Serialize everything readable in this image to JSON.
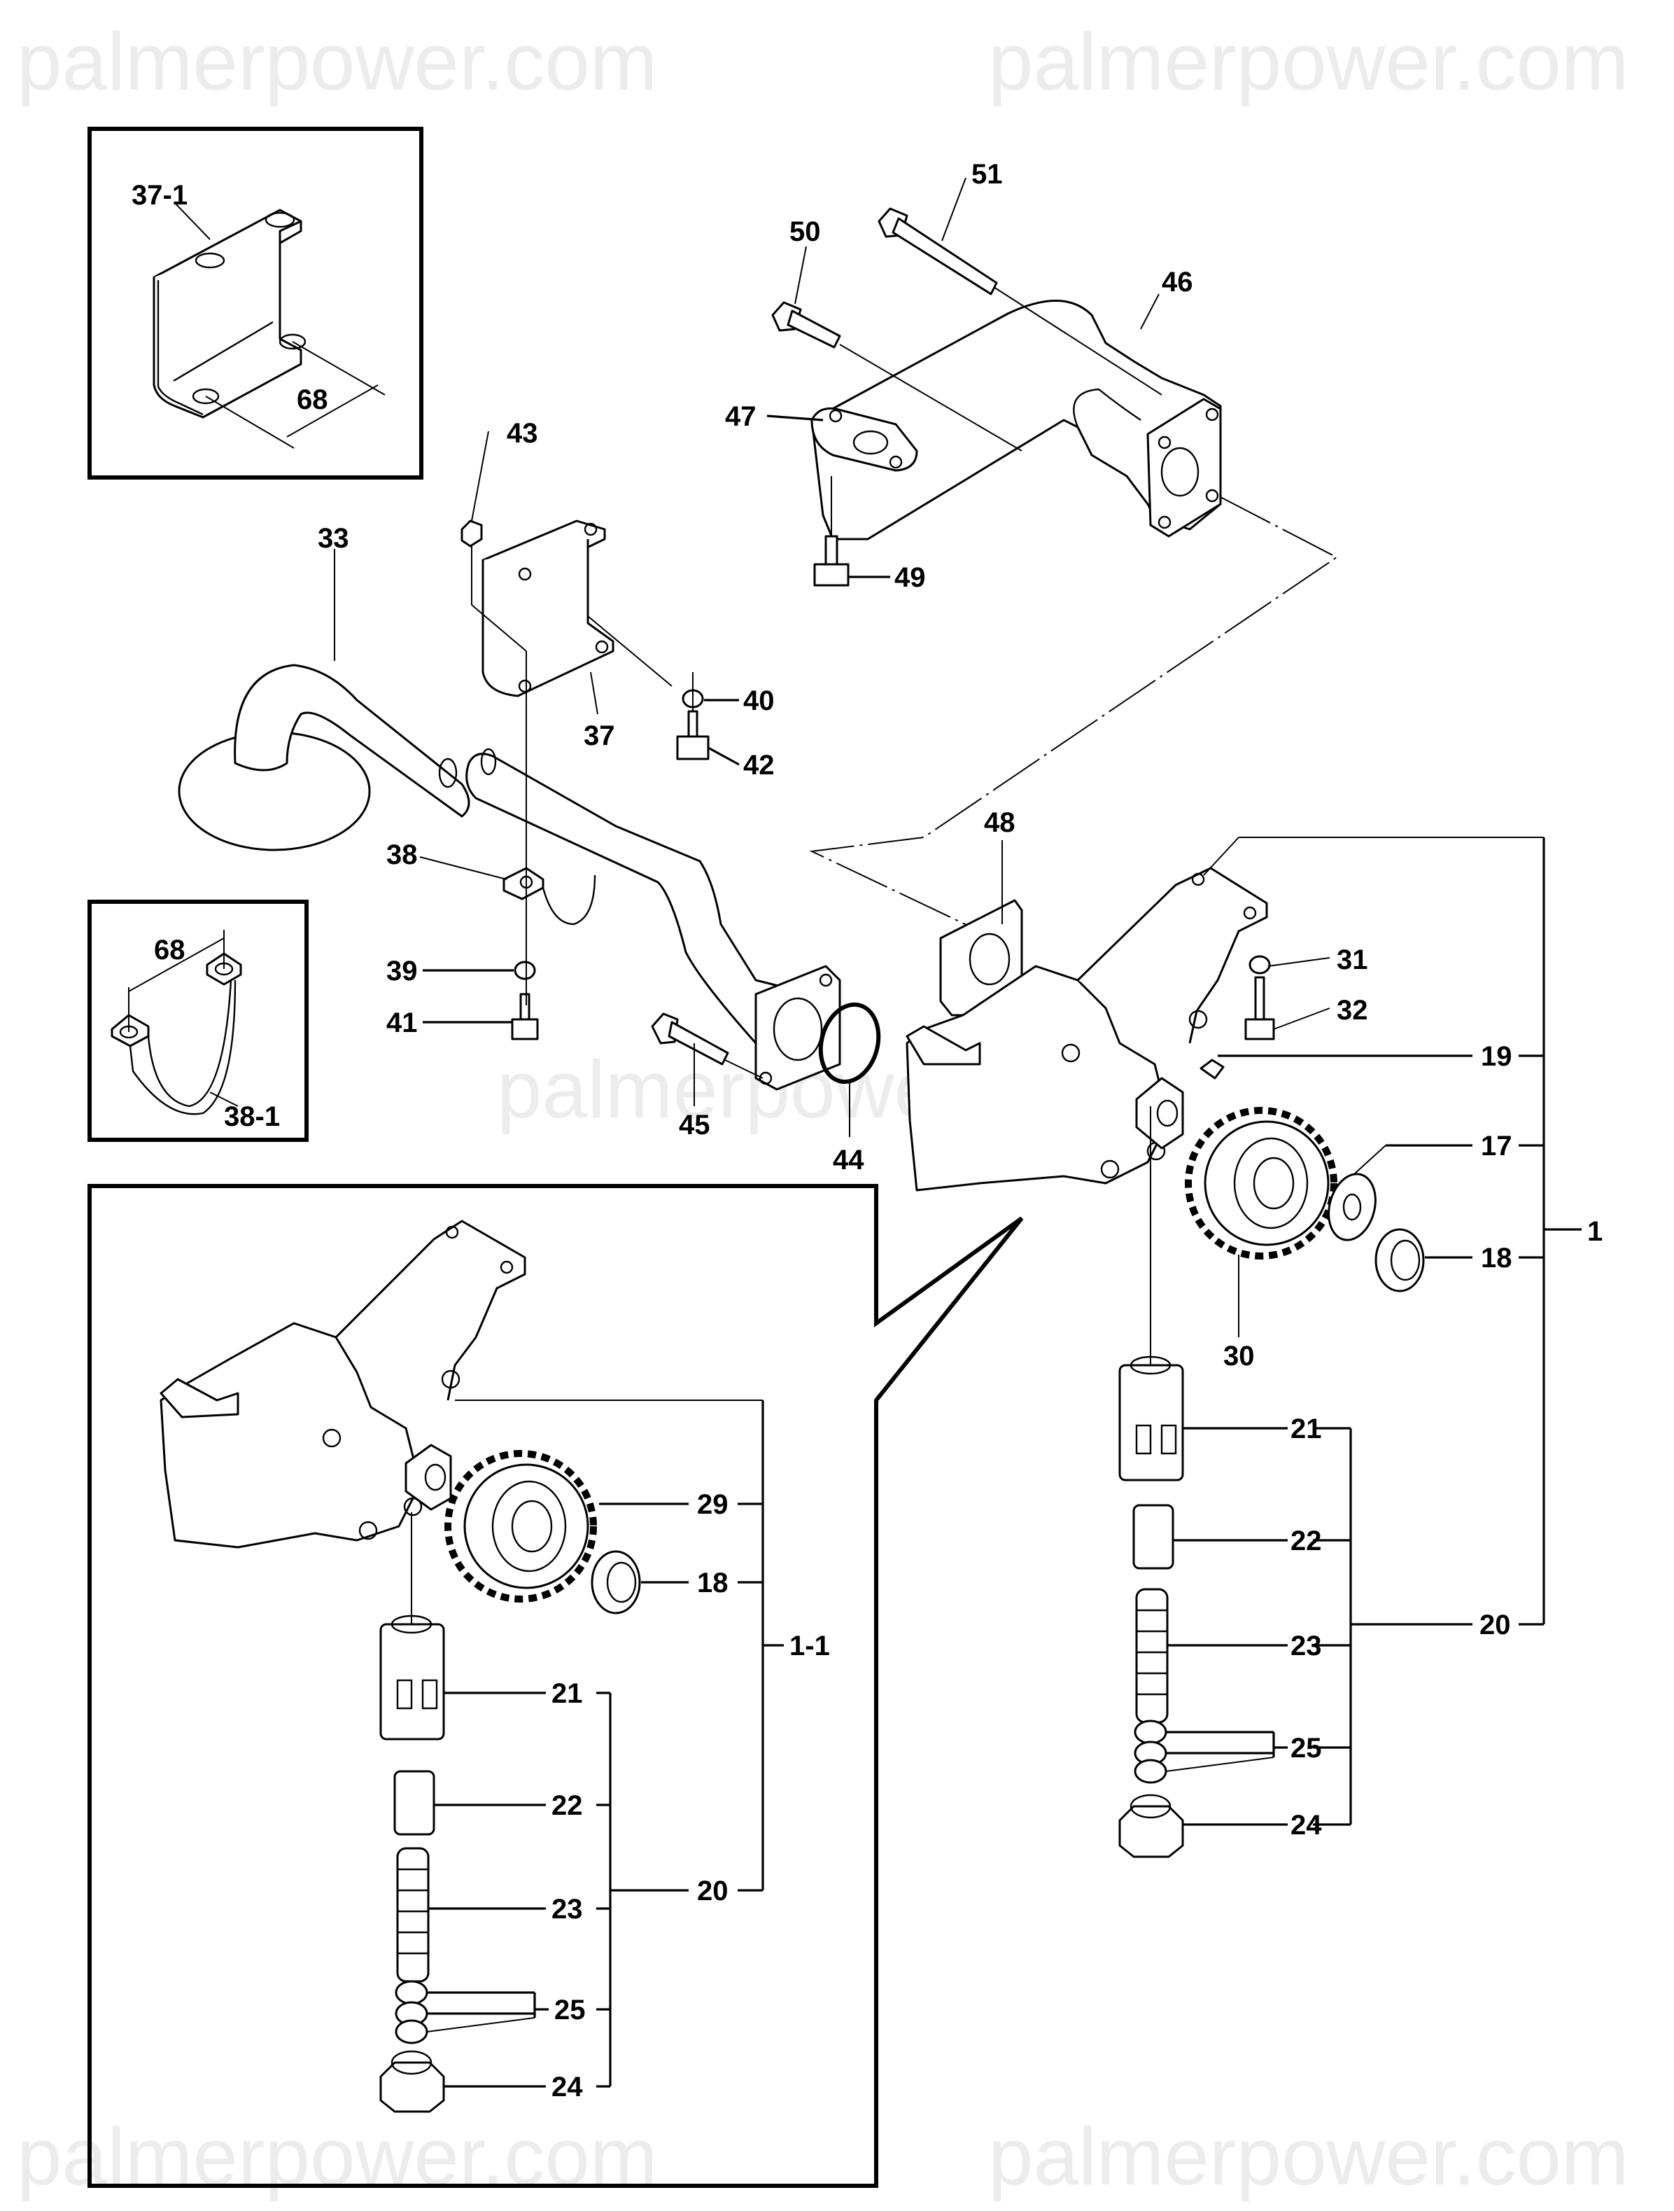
{
  "watermark": {
    "text": "palmerpower.com"
  },
  "diagram": {
    "title": "Oil pump, suction pipe and oil strainer exploded view",
    "colors": {
      "line": "#000000",
      "background": "#ffffff",
      "watermark": "#ececec"
    },
    "callouts": {
      "c1": "1",
      "c1_1": "1-1",
      "c17": "17",
      "c18": "18",
      "c18b": "18",
      "c19": "19",
      "c20": "20",
      "c20b": "20",
      "c21": "21",
      "c21b": "21",
      "c22": "22",
      "c22b": "22",
      "c23": "23",
      "c23b": "23",
      "c24": "24",
      "c24b": "24",
      "c25": "25",
      "c25b": "25",
      "c29": "29",
      "c30": "30",
      "c31": "31",
      "c32": "32",
      "c33": "33",
      "c37": "37",
      "c37_1": "37-1",
      "c38": "38",
      "c38_1": "38-1",
      "c39": "39",
      "c40": "40",
      "c41": "41",
      "c42": "42",
      "c43": "43",
      "c44": "44",
      "c45": "45",
      "c46": "46",
      "c47": "47",
      "c48": "48",
      "c49": "49",
      "c50": "50",
      "c51": "51"
    },
    "dimensions": {
      "bracket_37_1_width": "68",
      "clamp_38_1_width": "68"
    }
  }
}
